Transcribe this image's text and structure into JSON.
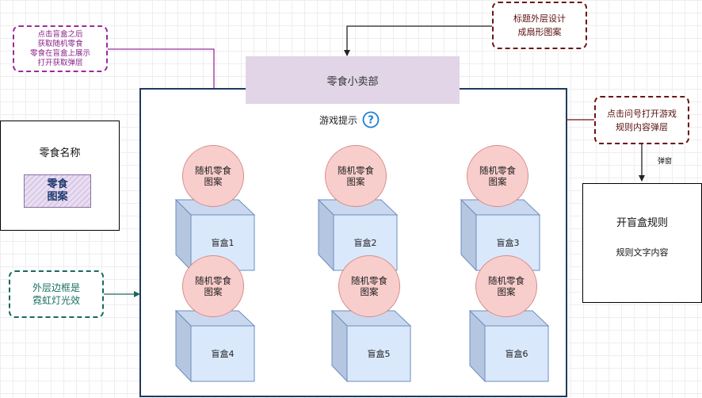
{
  "notes": {
    "click_box": "点击盲盒之后\n获取随机零食\n零食在盲盒上展示\n打开获取弹层",
    "title_design": "标题外层设计\n成扇形图案",
    "click_help": "点击问号打开游戏\n规则内容弹层",
    "frame_effect": "外层边框是\n霓虹灯光效"
  },
  "main": {
    "title": "零食小卖部",
    "hint": "游戏提示",
    "help_symbol": "?"
  },
  "ball_label": "随机零食\n图案",
  "boxes": [
    "盲盒1",
    "盲盒2",
    "盲盒3",
    "盲盒4",
    "盲盒5",
    "盲盒6"
  ],
  "snack_panel": {
    "title": "零食名称",
    "image_text": "零食\n图案"
  },
  "rules_panel": {
    "title": "开盲盒规则",
    "body": "规则文字内容"
  },
  "edge_label": "弹窗",
  "colors": {
    "frame": "#1f3a5f",
    "title_bg": "#e1d5e7",
    "ball_fill": "#f8cecc",
    "box_fill": "#dae8fc",
    "purple": "#9b2a9e",
    "brown": "#6e1212",
    "teal": "#19695d",
    "help_icon": "#1f7fd1"
  }
}
